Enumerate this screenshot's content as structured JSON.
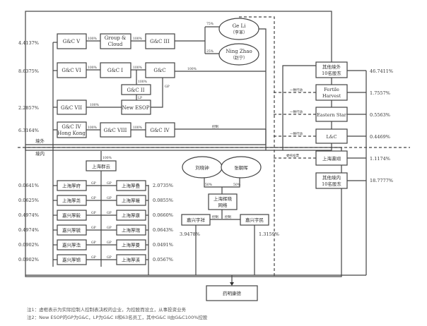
{
  "offshore": {
    "label_out": "境外",
    "label_in": "境内",
    "gc5": {
      "name": "G&C V",
      "pct": "4.4137%"
    },
    "gc6": {
      "name": "G&C VI",
      "pct": "8.6375%"
    },
    "gc7": {
      "name": "G&C VII",
      "pct": "2.2857%"
    },
    "gc4hk": {
      "name1": "G&C IV",
      "name2": "Hong Kong",
      "pct": "6.3164%"
    },
    "group_cloud": {
      "name1": "Group &",
      "name2": "Cloud"
    },
    "gc3": "G&C III",
    "gc1": "G&C I",
    "gc": "G&C",
    "gc2": "G&C II",
    "new_esop": "New ESOP",
    "gc8": "G&C VIII",
    "gc4": "G&C IV",
    "geli": {
      "name": "Ge Li",
      "cn": "（李革）",
      "pct": "75%"
    },
    "ningzhao": {
      "name": "Ning Zhao",
      "cn": "（赵宁）",
      "pct": "25%"
    },
    "edge_100": "100%",
    "edge_gp": "GP",
    "edge_lp": "LP",
    "edge_control": "控制"
  },
  "right": {
    "other_overseas": {
      "name1": "其他境外",
      "name2": "10名股东",
      "pct": "46.7411%"
    },
    "fertile": {
      "name1": "Fertile",
      "name2": "Harvest",
      "pct": "1.7557%"
    },
    "eastern": {
      "name": "Eastern Star",
      "pct": "0.5563%"
    },
    "lc": {
      "name": "L&C",
      "pct": "0.4469%"
    },
    "shzr": {
      "name": "上海瀛翊",
      "pct": "1.1174%"
    },
    "other_domestic": {
      "name1": "其他境内",
      "name2": "10名股东",
      "pct": "18.7777%"
    },
    "concert": "一致行动",
    "proxy": "委托投票"
  },
  "domestic": {
    "shqy": {
      "name": "上海群云",
      "pct": "100%"
    },
    "left": [
      {
        "name": "上海厚府",
        "pct": "0.0641%"
      },
      {
        "name": "上海厚尧",
        "pct": "0.0625%"
      },
      {
        "name": "嘉兴厚毅",
        "pct": "0.4974%"
      },
      {
        "name": "嘉兴厚毓",
        "pct": "0.4974%"
      },
      {
        "name": "嘉兴厚浩",
        "pct": "0.0902%"
      },
      {
        "name": "嘉兴厚锦",
        "pct": "0.0902%"
      }
    ],
    "right": [
      {
        "name": "上海厚叠",
        "pct": "2.0735%"
      },
      {
        "name": "上海厚暖",
        "pct": "0.0855%"
      },
      {
        "name": "上海厚康",
        "pct": "0.0660%"
      },
      {
        "name": "上海厚瑞",
        "pct": "0.0643%"
      },
      {
        "name": "上海厚曼",
        "pct": "0.0491%"
      },
      {
        "name": "上海厚溪",
        "pct": "0.0567%"
      }
    ],
    "gp": "GP",
    "liu": "刘晓钟",
    "zhang": "张朝晖",
    "half": "50%",
    "shhx": {
      "name1": "上海辉晓",
      "name2": "网络"
    },
    "jxyz": {
      "name": "嘉兴宇祥",
      "pct": "3.9478%"
    },
    "jxym": {
      "name": "嘉兴宇民",
      "pct": "1.3159%"
    },
    "control": "控制"
  },
  "target": "药明康德",
  "notes": {
    "n1": "注1：虚框表示为实际控制人控制表决权的企业，为控股而设立，从事投资业务",
    "n2": "注2：New ESOP的GP为G&C，LP为G&C II和63名员工，其中G&C II由G&C100%控股"
  }
}
